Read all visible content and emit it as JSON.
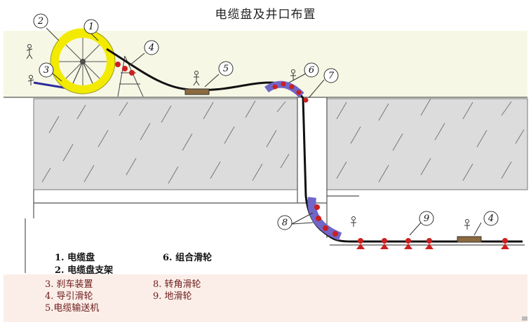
{
  "title": "电缆盘及井口布置",
  "callouts": [
    {
      "id": "c1",
      "text": "1"
    },
    {
      "id": "c2",
      "text": "2"
    },
    {
      "id": "c3",
      "text": "3"
    },
    {
      "id": "c4a",
      "text": "4"
    },
    {
      "id": "c5",
      "text": "5"
    },
    {
      "id": "c6",
      "text": "6"
    },
    {
      "id": "c7",
      "text": "7"
    },
    {
      "id": "c8",
      "text": "8"
    },
    {
      "id": "c9",
      "text": "9"
    },
    {
      "id": "c4b",
      "text": "4"
    }
  ],
  "legend": {
    "item1": "1. 电缆盘",
    "item2": "2. 电缆盘支架",
    "item3": "3. 刹车装置",
    "item4": "4. 导引滑轮",
    "item5": "5.电缆输送机",
    "item6": "6. 组合滑轮",
    "item8": "8. 转角滑轮",
    "item9": "9. 地滑轮"
  },
  "colors": {
    "drum": "#f2ea00",
    "cable": "#111111",
    "roller": "#cc1f1f",
    "pulley_group": "#6f66c8",
    "ground": "#d9d9d9",
    "background_top": "#f7f7e6",
    "background_bottom": "#fbeee8"
  }
}
